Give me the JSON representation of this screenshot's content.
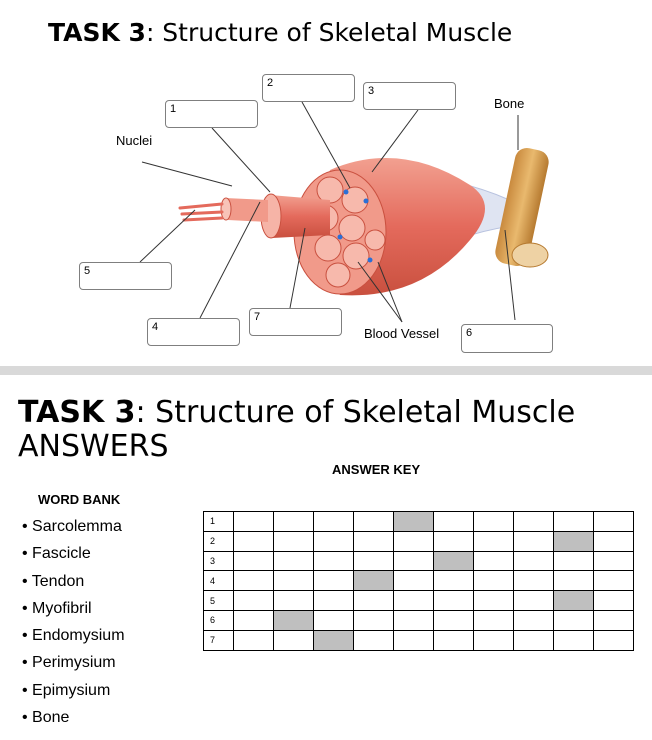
{
  "task1": {
    "title_bold": "TASK 3",
    "title_rest": ":  Structure of Skeletal Muscle",
    "label_boxes": [
      "1",
      "2",
      "3",
      "4",
      "5",
      "6",
      "7"
    ],
    "labels": {
      "nuclei": "Nuclei",
      "bone": "Bone",
      "blood_vessel": "Blood Vessel"
    }
  },
  "task2": {
    "title_bold": "TASK 3",
    "title_rest": ":  Structure of Skeletal Muscle",
    "title_line2": "ANSWERS",
    "answer_key_label": "ANSWER KEY",
    "word_bank_title": "WORD BANK",
    "word_bank": [
      "Sarcolemma",
      "Fascicle",
      "Tendon",
      "Myofibril",
      "Endomysium",
      "Perimysium",
      "Epimysium",
      "Bone"
    ],
    "grid": {
      "row_labels": [
        "1",
        "2",
        "3",
        "4",
        "5",
        "6",
        "7"
      ],
      "shaded_columns": [
        5,
        9,
        6,
        4,
        9,
        2,
        3
      ],
      "columns": 10
    }
  },
  "colors": {
    "muscle": "#e8786a",
    "muscle_light": "#f4a79a",
    "bone": "#d8a25a",
    "tendon": "#dfe4f2",
    "shade": "#bfbfbf",
    "divider": "#d9d9d9"
  }
}
